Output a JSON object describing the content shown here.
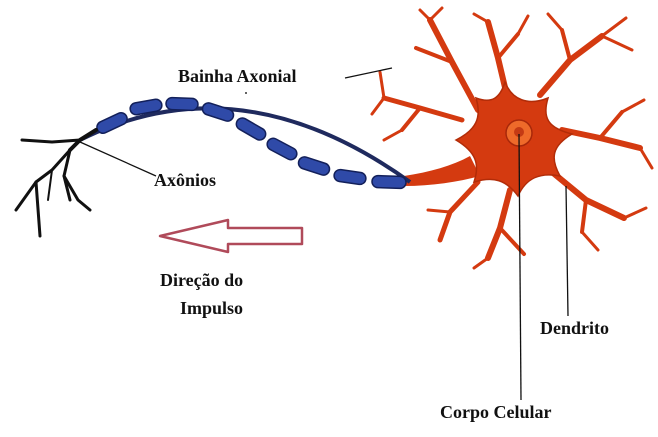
{
  "labels": {
    "axon_sheath": "Bainha Axonial",
    "axon_terminals": "Axônios",
    "impulse_line1": "Direção do",
    "impulse_line2": "Impulso",
    "dendrite": "Dendrito",
    "cell_body": "Corpo Celular"
  },
  "colors": {
    "cell_body": "#d43a10",
    "nucleus": "#ee6a2a",
    "myelin": "#2f4aa8",
    "arrow": "#b04a5a",
    "terminals": "#111111"
  },
  "icons": {
    "impulse_direction": "left-arrow-icon"
  }
}
